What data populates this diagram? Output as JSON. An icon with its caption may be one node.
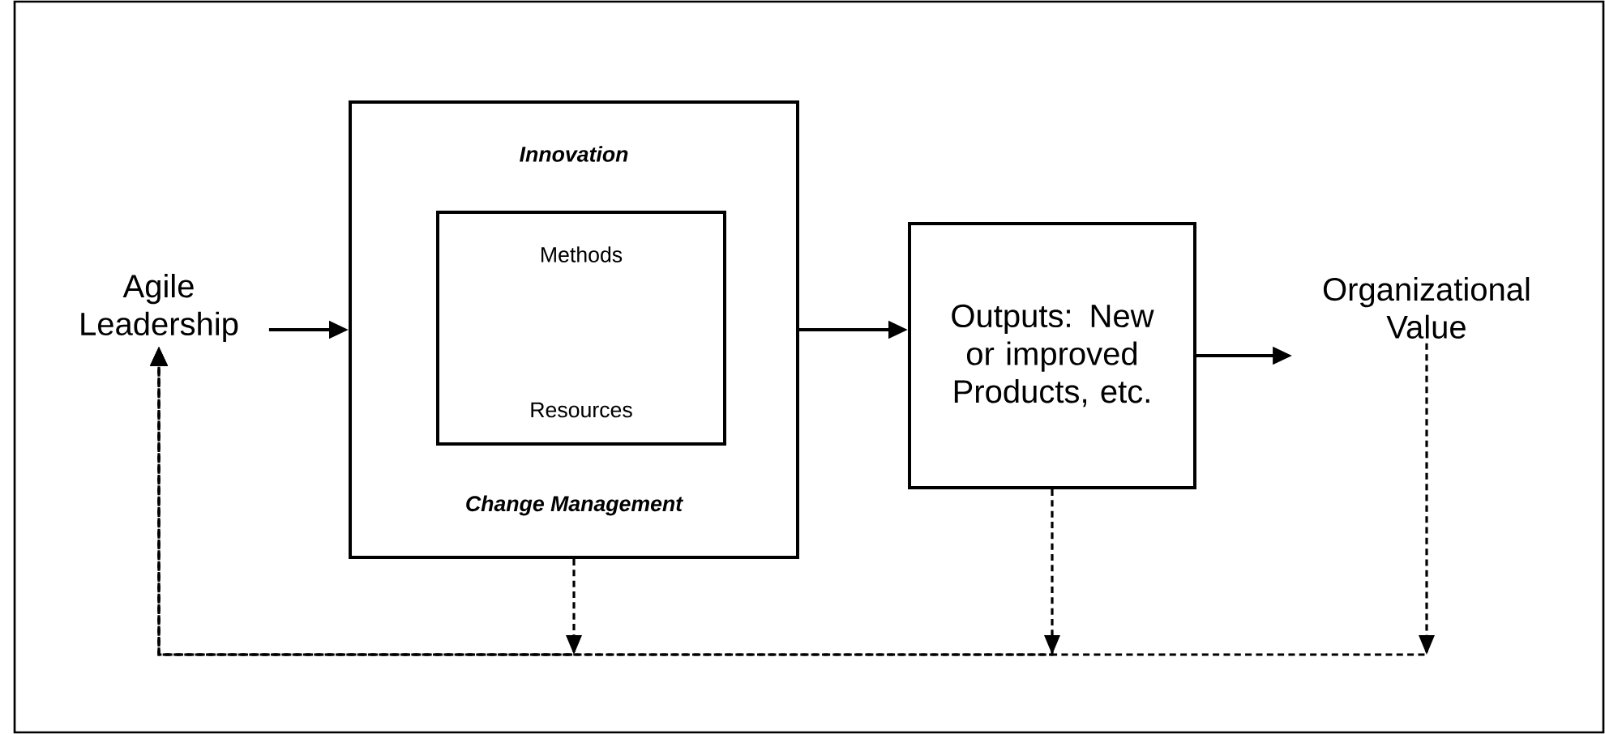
{
  "diagram": {
    "nodes": [
      {
        "text": [
          "Agile Leadership"
        ]
      },
      {
        "text": [
          "Innovation",
          "Change Management"
        ]
      },
      {
        "text": [
          "Methods",
          "Resources"
        ],
        "in": 1
      },
      {
        "text": [
          "Outputs: New or improved Products, etc."
        ]
      },
      {
        "text": [
          "Organizational Value"
        ]
      }
    ],
    "edges": [
      {
        "from": 0,
        "to": 1,
        "arrow": "to"
      },
      {
        "from": 1,
        "to": 3,
        "arrow": "to"
      },
      {
        "from": 3,
        "to": 4,
        "arrow": "to"
      },
      {
        "from": 1,
        "to": 0,
        "arrow": "to",
        "style": "dashed"
      },
      {
        "from": 3,
        "to": 0,
        "arrow": "to",
        "style": "dashed"
      },
      {
        "from": 4,
        "to": 0,
        "arrow": "to",
        "style": "dashed"
      }
    ]
  }
}
